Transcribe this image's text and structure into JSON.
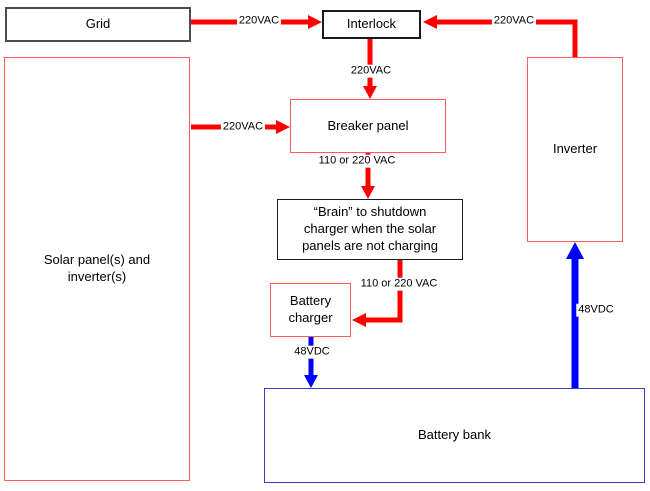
{
  "diagram": {
    "boxes": {
      "grid": {
        "label": "Grid"
      },
      "interlock": {
        "label": "Interlock"
      },
      "solar": {
        "label": "Solar panel(s) and inverter(s)"
      },
      "breaker": {
        "label": "Breaker panel"
      },
      "brain": {
        "label": "“Brain” to shutdown charger when the solar panels are not charging"
      },
      "charger": {
        "label": "Battery charger"
      },
      "inverter": {
        "label": "Inverter"
      },
      "battery_bank": {
        "label": "Battery bank"
      }
    },
    "arrow_labels": {
      "grid_to_interlock": "220VAC",
      "inverter_to_interlock": "220VAC",
      "interlock_to_breaker": "220VAC",
      "solar_to_breaker": "220VAC",
      "breaker_to_brain": "110 or 220 VAC",
      "brain_to_charger": "110 or 220 VAC",
      "charger_to_battery": "48VDC",
      "battery_to_inverter": "48VDC"
    },
    "colors": {
      "ac_arrow": "#ff0000",
      "dc_arrow": "#0000ff",
      "red_box_border": "#ff5c5c",
      "blue_box_border": "#3a3ad0",
      "gray_box_border": "#4d4d4d",
      "black_box_border": "#1a1a1a",
      "label_text": "#000000",
      "background": "#ffffff"
    }
  }
}
